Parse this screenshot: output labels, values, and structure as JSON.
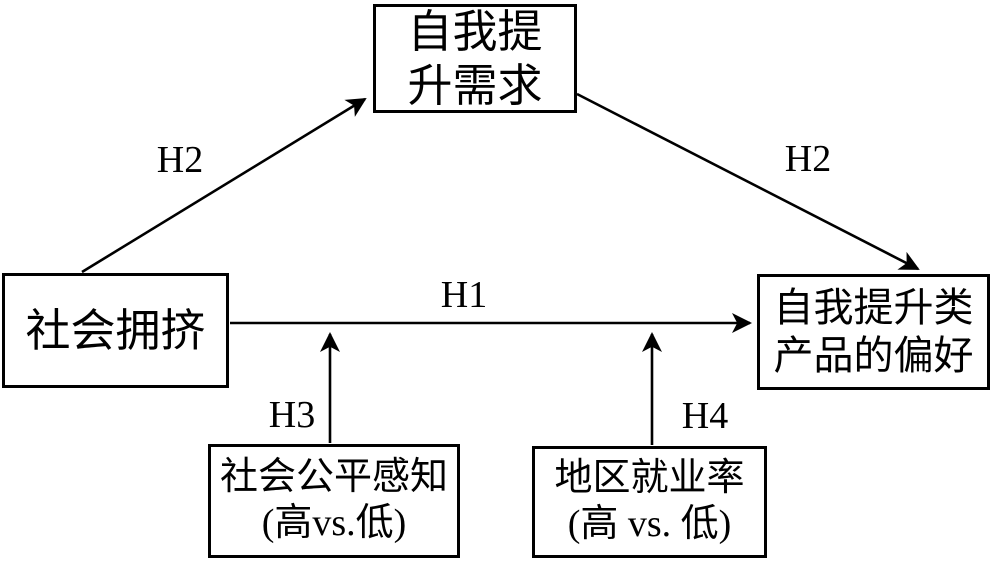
{
  "diagram": {
    "background_color": "#ffffff",
    "line_color": "#000000",
    "nodes": {
      "mediator": {
        "line1": "自我提",
        "line2": "升需求"
      },
      "independent": {
        "label": "社会拥挤"
      },
      "dependent": {
        "line1": "自我提升类",
        "line2": "产品的偏好"
      },
      "moderator1": {
        "line1": "社会公平感知",
        "line2": "(高vs.低)"
      },
      "moderator2": {
        "line1": "地区就业率",
        "line2": "(高 vs. 低)"
      }
    },
    "edges": {
      "h2_left": {
        "label": "H2"
      },
      "h2_right": {
        "label": "H2"
      },
      "h1": {
        "label": "H1"
      },
      "h3": {
        "label": "H3"
      },
      "h4": {
        "label": "H4"
      }
    }
  }
}
